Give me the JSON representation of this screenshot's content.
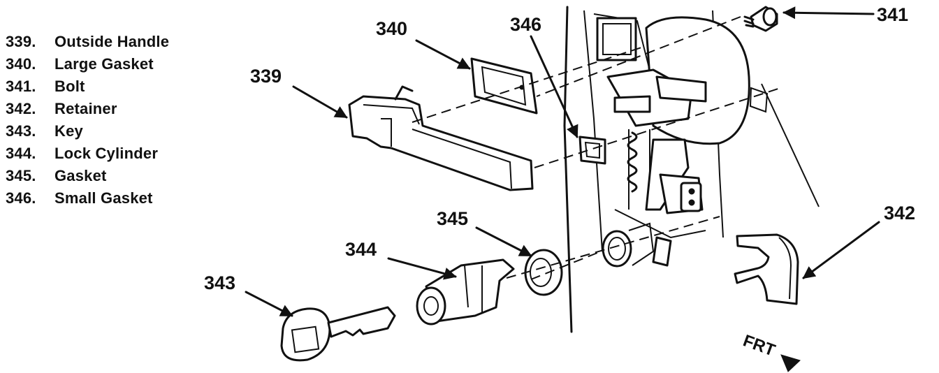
{
  "legend": [
    {
      "num": "339.",
      "name": "Outside Handle"
    },
    {
      "num": "340.",
      "name": "Large Gasket"
    },
    {
      "num": "341.",
      "name": "Bolt"
    },
    {
      "num": "342.",
      "name": "Retainer"
    },
    {
      "num": "343.",
      "name": "Key"
    },
    {
      "num": "344.",
      "name": "Lock Cylinder"
    },
    {
      "num": "345.",
      "name": "Gasket"
    },
    {
      "num": "346.",
      "name": "Small Gasket"
    }
  ],
  "callouts": {
    "c339": "339",
    "c340": "340",
    "c341": "341",
    "c342": "342",
    "c343": "343",
    "c344": "344",
    "c345": "345",
    "c346": "346"
  },
  "direction_label": "FRT"
}
